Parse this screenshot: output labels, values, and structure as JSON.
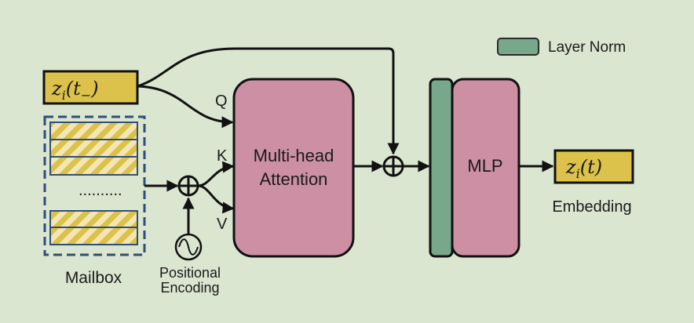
{
  "legend": {
    "layer_norm_label": "Layer Norm",
    "layer_norm_color": "#78a88a"
  },
  "inputs": {
    "prev_embedding": {
      "var": "z",
      "sub": "i",
      "arg": "(t",
      "arg_sub": "−",
      "close": ")"
    }
  },
  "mailbox": {
    "label": "Mailbox",
    "ellipsis": "..........",
    "slot_color": "#e6cc5a"
  },
  "positional_encoding": {
    "line1": "Positional",
    "line2": "Encoding"
  },
  "attention": {
    "q_label": "Q",
    "k_label": "K",
    "v_label": "V",
    "line1": "Multi-head",
    "line2": "Attention",
    "color": "#cc8fa3"
  },
  "mlp": {
    "label": "MLP",
    "color": "#cc8fa3"
  },
  "output": {
    "embedding": {
      "var": "z",
      "sub": "i",
      "arg": "(t)"
    },
    "caption": "Embedding",
    "color": "#dcc24a"
  }
}
